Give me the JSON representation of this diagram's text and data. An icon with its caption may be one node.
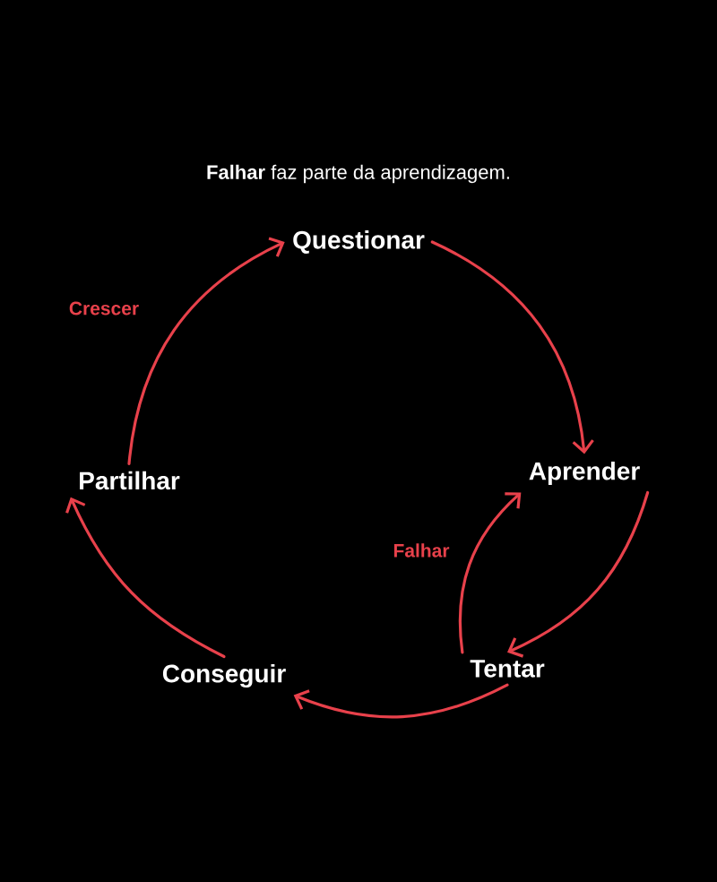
{
  "diagram": {
    "title": "**Falhar** faz parte da aprendizagem.",
    "nodes": [
      {
        "text": [
          "Questionar"
        ]
      },
      {
        "text": [
          "Aprender"
        ]
      },
      {
        "text": [
          "Tentar"
        ]
      },
      {
        "text": [
          "Conseguir"
        ]
      },
      {
        "text": [
          "Partilhar"
        ]
      }
    ],
    "edges": [
      {
        "from": 0,
        "to": 1,
        "arrow": "to"
      },
      {
        "from": 1,
        "to": 2,
        "arrow": "to"
      },
      {
        "from": 2,
        "to": 1,
        "arrow": "to",
        "label": "Falhar"
      },
      {
        "from": 2,
        "to": 3,
        "arrow": "to"
      },
      {
        "from": 3,
        "to": 4,
        "arrow": "to"
      },
      {
        "from": 4,
        "to": 0,
        "arrow": "to",
        "label": "Crescer"
      }
    ]
  }
}
